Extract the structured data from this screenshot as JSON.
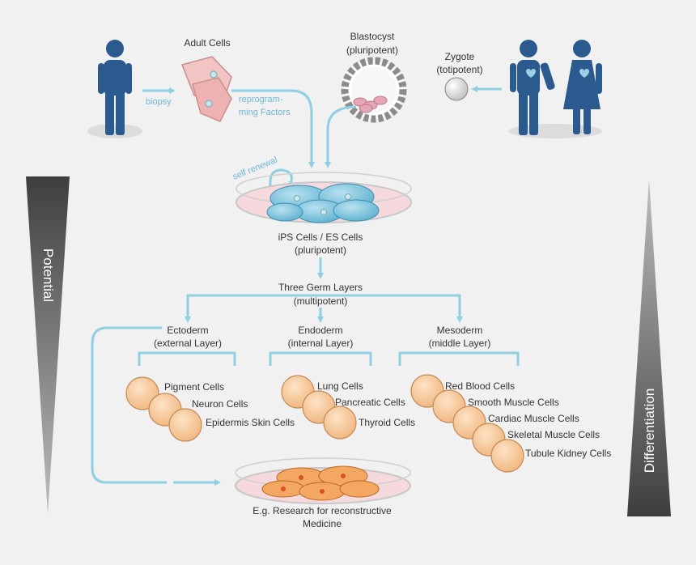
{
  "colors": {
    "background": "#f1f1f1",
    "arrow": "#8ecfe2",
    "person": "#2b5b8e",
    "adult_cell": "#f0b9b9",
    "stem_cell": "#7fc3dc",
    "germ_cell": "#f7c99a",
    "research_cell": "#f0a45c",
    "triangle_dark": "#4a4a4a"
  },
  "labels": {
    "adult_cells": "Adult Cells",
    "biopsy": "biopsy",
    "reprogramming_1": "reprogram-",
    "reprogramming_2": "ming Factors",
    "blastocyst_1": "Blastocyst",
    "blastocyst_2": "(pluripotent)",
    "zygote_1": "Zygote",
    "zygote_2": "(totipotent)",
    "self_renewal": "self renewal",
    "ips_1": "iPS Cells / ES Cells",
    "ips_2": "(pluripotent)",
    "germ_1": "Three Germ Layers",
    "germ_2": "(multipotent)",
    "ecto_1": "Ectoderm",
    "ecto_2": "(external Layer)",
    "endo_1": "Endoderm",
    "endo_2": "(internal Layer)",
    "meso_1": "Mesoderm",
    "meso_2": "(middle Layer)",
    "research_1": "E.g. Research for reconstructive",
    "research_2": "Medicine",
    "potential": "Potential",
    "differentiation": "Differentiation"
  },
  "cells": {
    "ectoderm": [
      "Pigment Cells",
      "Neuron Cells",
      "Epidermis Skin Cells"
    ],
    "endoderm": [
      "Lung Cells",
      "Pancreatic Cells",
      "Thyroid Cells"
    ],
    "mesoderm": [
      "Red Blood Cells",
      "Smooth Muscle Cells",
      "Cardiac Muscle Cells",
      "Skeletal Muscle Cells",
      "Tubule Kidney Cells"
    ]
  }
}
